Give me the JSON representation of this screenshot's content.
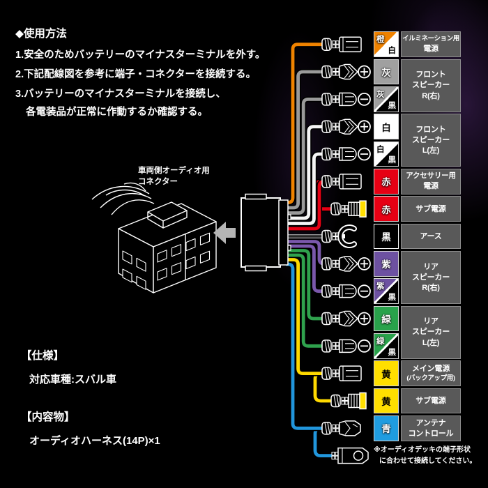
{
  "instructions": {
    "title": "◆使用方法",
    "lines": [
      "1.安全のためバッテリーのマイナスターミナルを外す。",
      "2.下記配線図を参考に端子・コネクターを接続する。",
      "3.バッテリーのマイナスターミナルを接続し、",
      "各電装品が正常に作動するか確認する。"
    ]
  },
  "connector_label": {
    "line1": "車両側オーディオ用",
    "line2": "コネクター"
  },
  "spec": {
    "heading": "【仕様】",
    "body": "対応車種:スバル車"
  },
  "contents": {
    "heading": "【内容物】",
    "body": "オーディオハーネス(14P)×1"
  },
  "note": {
    "line1": "※オーディオデッキの端子形状",
    "line2": "に合わせて接続してください。"
  },
  "polarity_symbols": {
    "plus": "+",
    "minus": "−"
  },
  "rows": [
    {
      "labels": [
        "橙",
        "白"
      ],
      "swatch": [
        "#ef8200",
        "#ffffff"
      ],
      "label_colors": [
        "#ffffff",
        "#000000"
      ],
      "wire_color": "#f08300",
      "terminal": "spade",
      "polarity": ""
    },
    {
      "labels": [
        "灰"
      ],
      "swatch": [
        "#a0a0a0"
      ],
      "label_colors": [
        "#ffffff"
      ],
      "wire_color": "#9a9a9a",
      "terminal": "bullet-m",
      "polarity": "plus"
    },
    {
      "labels": [
        "灰",
        "黒"
      ],
      "swatch": [
        "#a0a0a0",
        "#000000"
      ],
      "label_colors": [
        "#ffffff",
        "#ffffff"
      ],
      "wire_color": "#9a9a9a",
      "terminal": "bullet-f",
      "polarity": "minus"
    },
    {
      "labels": [
        "白"
      ],
      "swatch": [
        "#ffffff"
      ],
      "label_colors": [
        "#000000"
      ],
      "wire_color": "#f5f5f5",
      "terminal": "bullet-m",
      "polarity": "plus"
    },
    {
      "labels": [
        "白",
        "黒"
      ],
      "swatch": [
        "#ffffff",
        "#000000"
      ],
      "label_colors": [
        "#000000",
        "#ffffff"
      ],
      "wire_color": "#f5f5f5",
      "terminal": "bullet-f",
      "polarity": "minus"
    },
    {
      "labels": [
        "赤"
      ],
      "swatch": [
        "#e60014"
      ],
      "label_colors": [
        "#ffffff"
      ],
      "wire_color": "#e60014",
      "terminal": "spade",
      "polarity": ""
    },
    {
      "labels": [
        "赤"
      ],
      "swatch": [
        "#e60014"
      ],
      "label_colors": [
        "#ffffff"
      ],
      "wire_color": "#e60014",
      "terminal": "cap",
      "polarity": ""
    },
    {
      "labels": [
        "黒"
      ],
      "swatch": [
        "#000000"
      ],
      "label_colors": [
        "#ffffff"
      ],
      "wire_color": "#262626",
      "terminal": "fork",
      "polarity": ""
    },
    {
      "labels": [
        "紫"
      ],
      "swatch": [
        "#6d51a1"
      ],
      "label_colors": [
        "#ffffff"
      ],
      "wire_color": "#7a58ab",
      "terminal": "bullet-m",
      "polarity": "plus"
    },
    {
      "labels": [
        "紫",
        "黒"
      ],
      "swatch": [
        "#6d51a1",
        "#000000"
      ],
      "label_colors": [
        "#ffffff",
        "#ffffff"
      ],
      "wire_color": "#7a58ab",
      "terminal": "bullet-f",
      "polarity": "minus"
    },
    {
      "labels": [
        "緑"
      ],
      "swatch": [
        "#29a24b"
      ],
      "label_colors": [
        "#ffffff"
      ],
      "wire_color": "#2fa24d",
      "terminal": "bullet-m",
      "polarity": "plus"
    },
    {
      "labels": [
        "緑",
        "黒"
      ],
      "swatch": [
        "#29a24b",
        "#000000"
      ],
      "label_colors": [
        "#ffffff",
        "#ffffff"
      ],
      "wire_color": "#2fa24d",
      "terminal": "bullet-f",
      "polarity": "minus"
    },
    {
      "labels": [
        "黄"
      ],
      "swatch": [
        "#ffdf00"
      ],
      "label_colors": [
        "#000000"
      ],
      "wire_color": "#ffd900",
      "terminal": "spade",
      "polarity": ""
    },
    {
      "labels": [
        "黄"
      ],
      "swatch": [
        "#ffdf00"
      ],
      "label_colors": [
        "#000000"
      ],
      "wire_color": "#ffd900",
      "terminal": "cap",
      "polarity": ""
    },
    {
      "labels": [
        "青"
      ],
      "swatch": [
        "#1f9ce0"
      ],
      "label_colors": [
        "#ffffff"
      ],
      "wire_color": "#2196dc",
      "terminal": "spade-m",
      "terminal2": "ring",
      "polarity": ""
    }
  ],
  "functions": [
    {
      "lines": [
        "イルミネーション用",
        "電源"
      ],
      "row_start": 1,
      "row_end": 1
    },
    {
      "lines": [
        "フロント",
        "スピーカー",
        "R(右)"
      ],
      "row_start": 2,
      "row_end": 3
    },
    {
      "lines": [
        "フロント",
        "スピーカー",
        "L(左)"
      ],
      "row_start": 4,
      "row_end": 5
    },
    {
      "lines": [
        "アクセサリー用",
        "電源"
      ],
      "row_start": 6,
      "row_end": 6
    },
    {
      "lines": [
        "サブ電源"
      ],
      "row_start": 7,
      "row_end": 7
    },
    {
      "lines": [
        "アース"
      ],
      "row_start": 8,
      "row_end": 8
    },
    {
      "lines": [
        "リア",
        "スピーカー",
        "R(右)"
      ],
      "row_start": 9,
      "row_end": 10
    },
    {
      "lines": [
        "リア",
        "スピーカー",
        "L(左)"
      ],
      "row_start": 11,
      "row_end": 12
    },
    {
      "lines": [
        "メイン電源",
        "(バックアップ用)"
      ],
      "row_start": 13,
      "row_end": 13
    },
    {
      "lines": [
        "サブ電源"
      ],
      "row_start": 14,
      "row_end": 14
    },
    {
      "lines": [
        "アンテナ",
        "コントロール"
      ],
      "row_start": 15,
      "row_end": 15
    }
  ]
}
